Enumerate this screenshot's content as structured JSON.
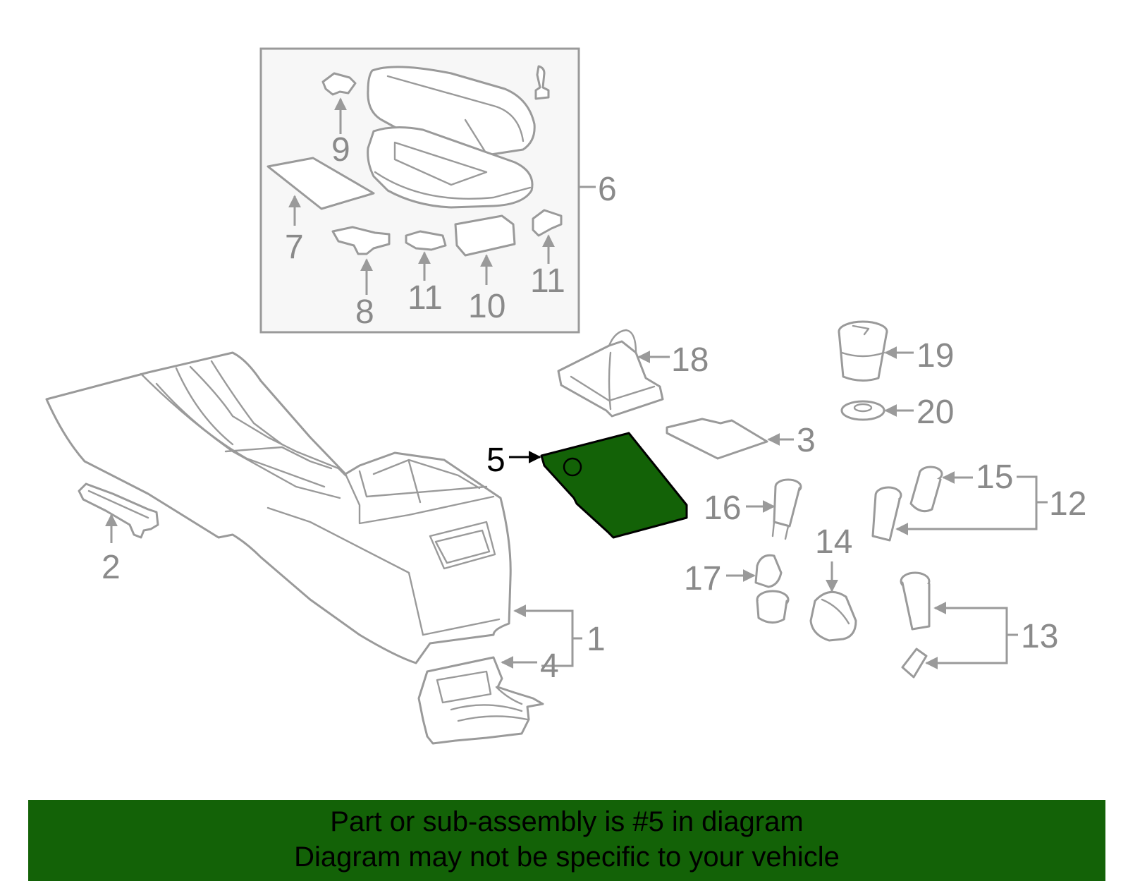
{
  "highlight": {
    "part_number": "5",
    "fill_color": "#136207"
  },
  "callouts": {
    "c1": "1",
    "c2": "2",
    "c3": "3",
    "c4": "4",
    "c5": "5",
    "c6": "6",
    "c7": "7",
    "c8": "8",
    "c9": "9",
    "c10": "10",
    "c11a": "11",
    "c11b": "11",
    "c12": "12",
    "c13": "13",
    "c14": "14",
    "c15": "15",
    "c16": "16",
    "c17": "17",
    "c18": "18",
    "c19": "19",
    "c20": "20"
  },
  "banner": {
    "line1": "Part or sub-assembly is #5 in diagram",
    "line2": "Diagram may not be specific to your vehicle",
    "background": "#136207"
  }
}
